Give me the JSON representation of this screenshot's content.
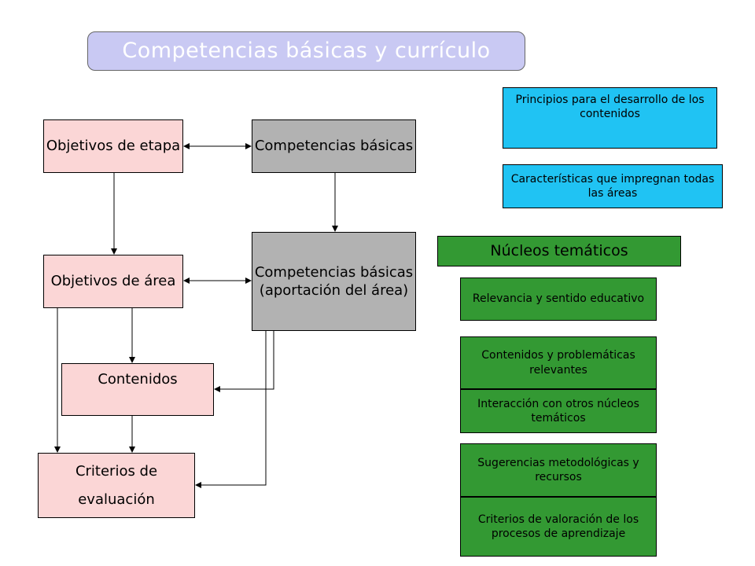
{
  "title": "Competencias básicas y currículo",
  "colors": {
    "title_bg": "#c9c9f3",
    "pink": "#fbd6d6",
    "gray": "#b2b2b2",
    "cyan": "#20c3f3",
    "green": "#339933"
  },
  "left": {
    "objetivos_etapa": "Objetivos de etapa",
    "competencias_basicas": "Competencias básicas",
    "objetivos_area": "Objetivos de área",
    "competencias_aporte": "Competencias básicas (aportación del área)",
    "contenidos": "Contenidos",
    "criterios": "Criterios de evaluación"
  },
  "right": {
    "principios": "Principios para el desarrollo de los contenidos",
    "caracteristicas": "Características que impregnan todas las áreas",
    "nucleos": "Núcleos temáticos",
    "relevancia": "Relevancia y sentido educativo",
    "contenidos_problematicas": "Contenidos y problemáticas relevantes",
    "interaccion": "Interacción con otros núcleos temáticos",
    "sugerencias": "Sugerencias metodológicas y recursos",
    "criterios_valoracion": "Criterios de valoración de los procesos de aprendizaje"
  }
}
